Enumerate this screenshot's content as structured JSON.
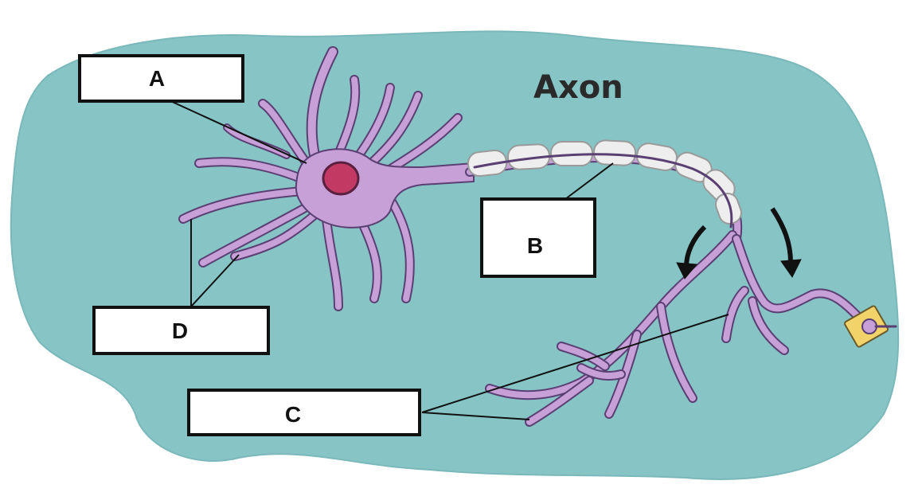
{
  "title": "Axon",
  "labels": {
    "A": "A",
    "B": "B",
    "C": "C",
    "D": "D"
  },
  "colors": {
    "background_blob": "#86c4c6",
    "neuron_body": "#c7a0d8",
    "neuron_outline": "#5a3f73",
    "nucleus": "#c23a63",
    "myelin": "#eeeeee",
    "synapse": "#f2d36a",
    "arrow": "#111111"
  }
}
